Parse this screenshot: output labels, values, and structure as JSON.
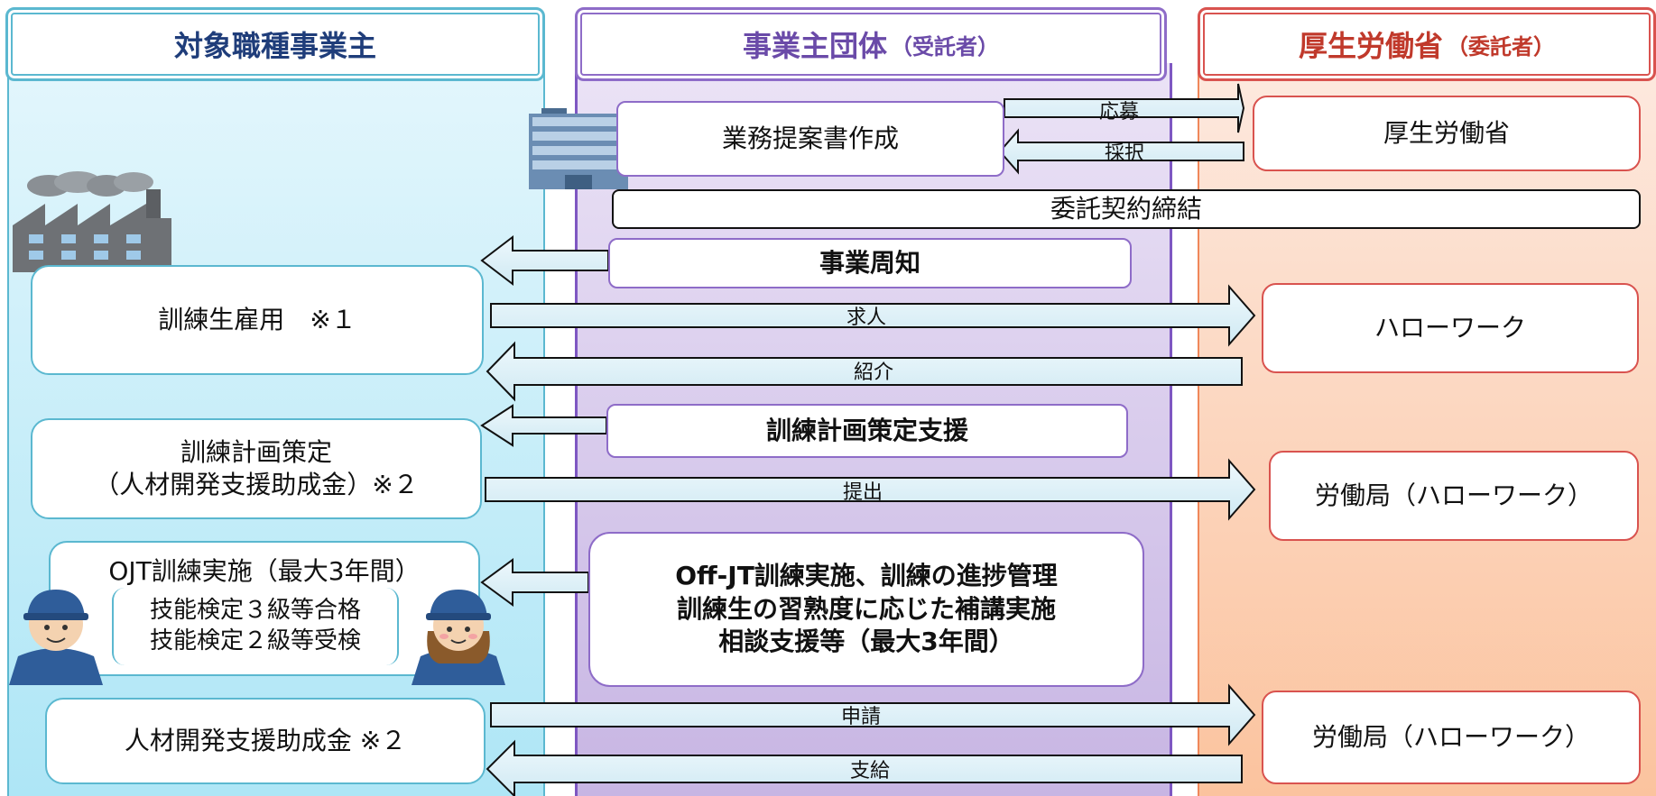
{
  "headers": {
    "left": "対象職種事業主",
    "mid_main": "事業主団体",
    "mid_sub": "（受託者）",
    "right_main": "厚生労働省",
    "right_sub": "（委託者）"
  },
  "mid_boxes": {
    "proposal": "業務提案書作成",
    "contract": "委託契約締結",
    "announce": "事業周知",
    "plan_support": "訓練計画策定支援",
    "offjt_line1": "Off-JT訓練実施、訓練の進捗管理",
    "offjt_line2": "訓練生の習熟度に応じた補講実施",
    "offjt_line3": "相談支援等（最大3年間）"
  },
  "right_boxes": {
    "mhlw": "厚生労働省",
    "hellowork": "ハローワーク",
    "bureau1": "労働局（ハローワーク）",
    "bureau2": "労働局（ハローワーク）"
  },
  "left_boxes": {
    "hire": "訓練生雇用　※１",
    "plan_line1": "訓練計画策定",
    "plan_line2": "（人材開発支援助成金）※２",
    "ojt_title": "OJT訓練実施（最大3年間）",
    "ojt_item1": "技能検定３級等合格",
    "ojt_item2": "技能検定２級等受検",
    "subsidy": "人材開発支援助成金 ※２"
  },
  "arrow_labels": {
    "apply": "応募",
    "adopt": "採択",
    "job_offer": "求人",
    "referral": "紹介",
    "submit": "提出",
    "application": "申請",
    "payment": "支給"
  },
  "colors": {
    "left_accent": "#5bb8d0",
    "mid_accent": "#8e6cc8",
    "right_accent": "#d9534f",
    "arrow_fill": "#d8eef6"
  }
}
